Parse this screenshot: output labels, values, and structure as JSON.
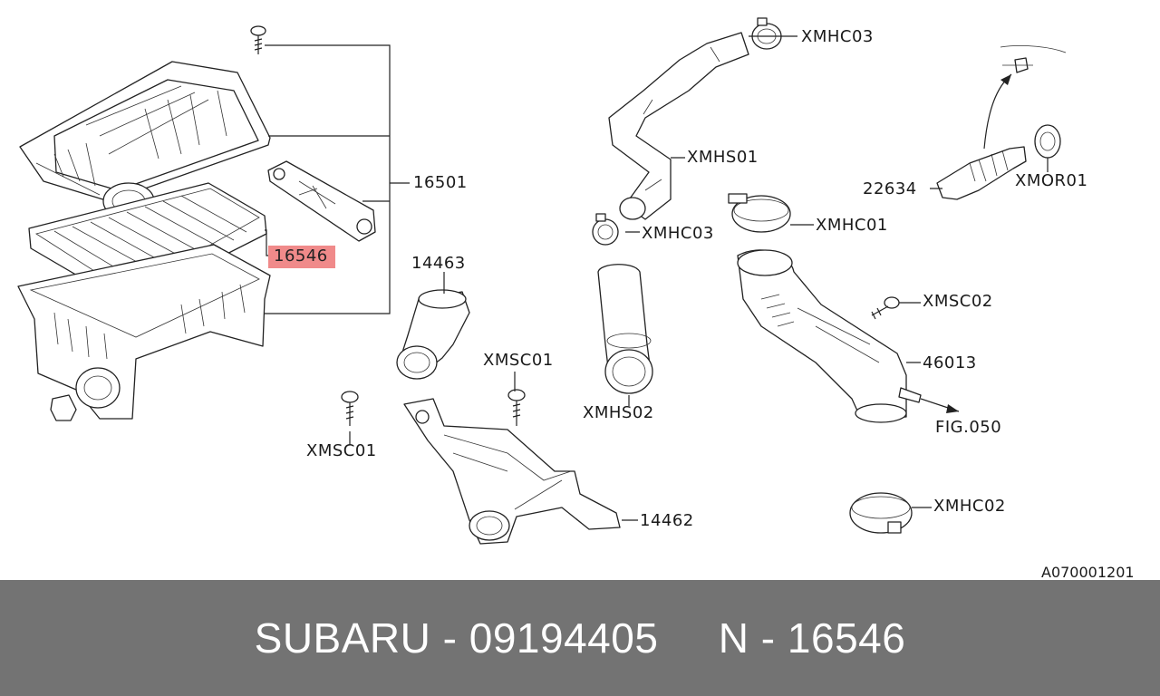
{
  "diagram": {
    "labels": [
      {
        "id": "16501",
        "text": "16501"
      },
      {
        "id": "16546",
        "text": "16546",
        "highlighted": true
      },
      {
        "id": "14463",
        "text": "14463"
      },
      {
        "id": "14462",
        "text": "14462"
      },
      {
        "id": "xmsc01_a",
        "text": "XMSC01"
      },
      {
        "id": "xmsc01_b",
        "text": "XMSC01"
      },
      {
        "id": "xmhc03_a",
        "text": "XMHC03"
      },
      {
        "id": "xmhc03_b",
        "text": "XMHC03"
      },
      {
        "id": "xmhs01",
        "text": "XMHS01"
      },
      {
        "id": "xmhs02",
        "text": "XMHS02"
      },
      {
        "id": "xmhc01",
        "text": "XMHC01"
      },
      {
        "id": "xmhc02",
        "text": "XMHC02"
      },
      {
        "id": "xmsc02",
        "text": "XMSC02"
      },
      {
        "id": "46013",
        "text": "46013"
      },
      {
        "id": "fig050",
        "text": "FIG.050"
      },
      {
        "id": "22634",
        "text": "22634"
      },
      {
        "id": "xmor01",
        "text": "XMOR01"
      }
    ],
    "reference_code": "A070001201",
    "highlight_color": "#f08a8a"
  },
  "footer": {
    "text": "SUBARU - 09194405     N - 16546",
    "background": "#737373",
    "color": "#ffffff"
  }
}
